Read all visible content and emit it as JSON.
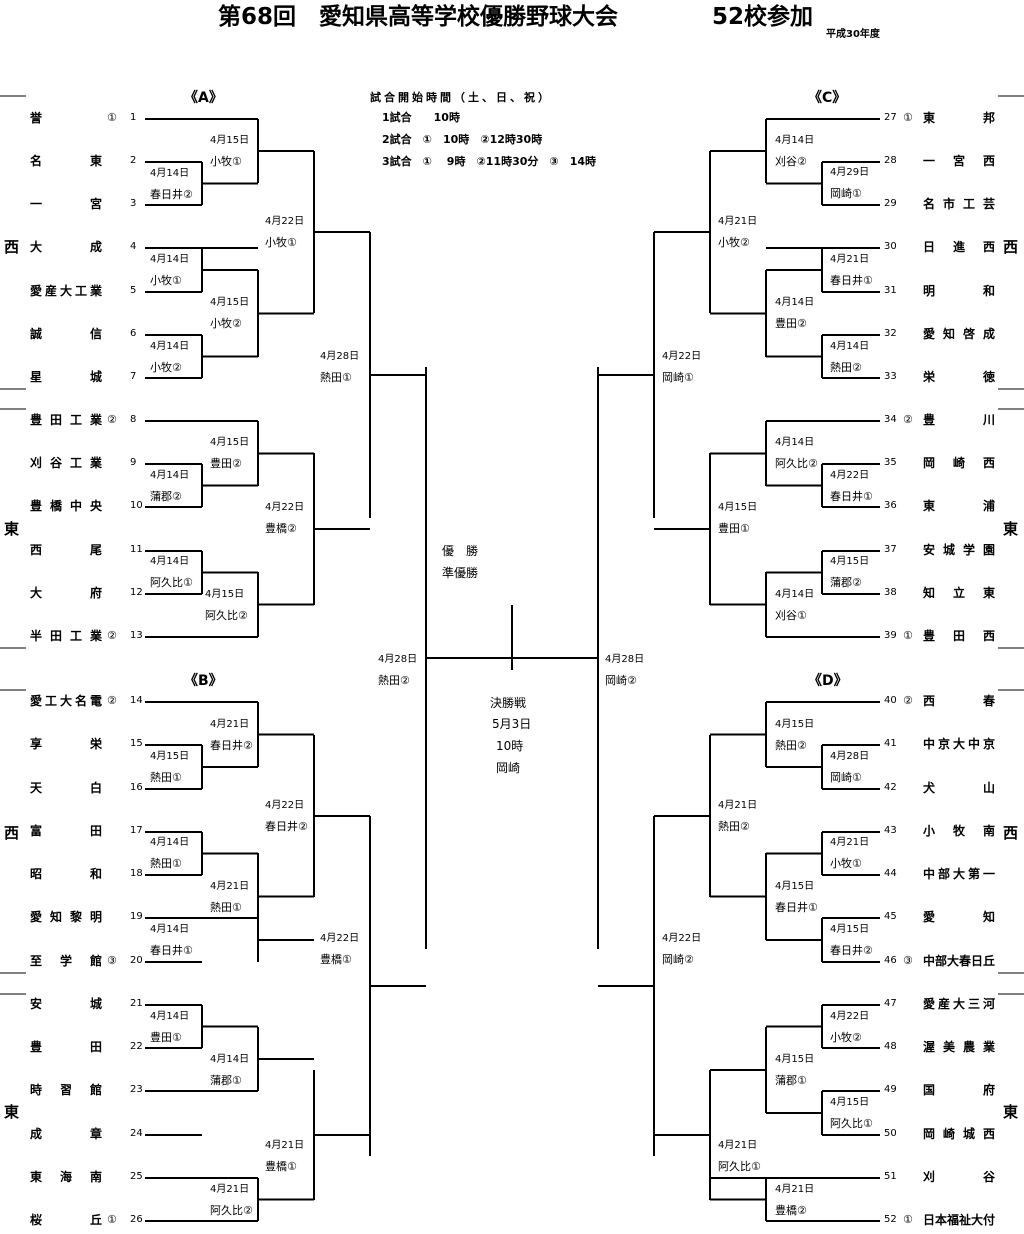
{
  "header": {
    "title": "第68回　愛知県高等学校優勝野球大会",
    "participants": "52校参加",
    "year": "平成30年度"
  },
  "schedule": {
    "heading": "試合開始時間（土、日、祝）",
    "line1": "1試合　　10時",
    "line2": "2試合　①　10時　②12時30時",
    "line3": "3試合　①　 9時　②11時30分　③　14時"
  },
  "blocks": {
    "A": "《A》",
    "B": "《B》",
    "C": "《C》",
    "D": "《D》"
  },
  "regions": {
    "west": "西",
    "east": "東"
  },
  "center": {
    "champion": "優　勝",
    "runner_up": "準優勝",
    "final_label": "決勝戦",
    "final_date": "5月3日",
    "final_time": "10時",
    "final_venue": "岡崎"
  },
  "left_teams": [
    {
      "num": "1",
      "name": "誉",
      "mark": "①"
    },
    {
      "num": "2",
      "name": "名東",
      "mark": ""
    },
    {
      "num": "3",
      "name": "一宮",
      "mark": ""
    },
    {
      "num": "4",
      "name": "大成",
      "mark": ""
    },
    {
      "num": "5",
      "name": "愛産大工業",
      "mark": ""
    },
    {
      "num": "6",
      "name": "誠信",
      "mark": ""
    },
    {
      "num": "7",
      "name": "星城",
      "mark": ""
    },
    {
      "num": "8",
      "name": "豊田工業",
      "mark": "②"
    },
    {
      "num": "9",
      "name": "刈谷工業",
      "mark": ""
    },
    {
      "num": "10",
      "name": "豊橋中央",
      "mark": ""
    },
    {
      "num": "11",
      "name": "西尾",
      "mark": ""
    },
    {
      "num": "12",
      "name": "大府",
      "mark": ""
    },
    {
      "num": "13",
      "name": "半田工業",
      "mark": "②"
    },
    {
      "num": "14",
      "name": "愛工大名電",
      "mark": "②"
    },
    {
      "num": "15",
      "name": "享栄",
      "mark": ""
    },
    {
      "num": "16",
      "name": "天白",
      "mark": ""
    },
    {
      "num": "17",
      "name": "富田",
      "mark": ""
    },
    {
      "num": "18",
      "name": "昭和",
      "mark": ""
    },
    {
      "num": "19",
      "name": "愛知黎明",
      "mark": ""
    },
    {
      "num": "20",
      "name": "至学館",
      "mark": "③"
    },
    {
      "num": "21",
      "name": "安城",
      "mark": ""
    },
    {
      "num": "22",
      "name": "豊田",
      "mark": ""
    },
    {
      "num": "23",
      "name": "時習館",
      "mark": ""
    },
    {
      "num": "24",
      "name": "成章",
      "mark": ""
    },
    {
      "num": "25",
      "name": "東海南",
      "mark": ""
    },
    {
      "num": "26",
      "name": "桜丘",
      "mark": "①"
    }
  ],
  "right_teams": [
    {
      "num": "27",
      "name": "東邦",
      "mark": "①"
    },
    {
      "num": "28",
      "name": "一宮西",
      "mark": ""
    },
    {
      "num": "29",
      "name": "名市工芸",
      "mark": ""
    },
    {
      "num": "30",
      "name": "日進西",
      "mark": ""
    },
    {
      "num": "31",
      "name": "明和",
      "mark": ""
    },
    {
      "num": "32",
      "name": "愛知啓成",
      "mark": ""
    },
    {
      "num": "33",
      "name": "栄徳",
      "mark": ""
    },
    {
      "num": "34",
      "name": "豊川",
      "mark": "②"
    },
    {
      "num": "35",
      "name": "岡崎西",
      "mark": ""
    },
    {
      "num": "36",
      "name": "東浦",
      "mark": ""
    },
    {
      "num": "37",
      "name": "安城学園",
      "mark": ""
    },
    {
      "num": "38",
      "name": "知立東",
      "mark": ""
    },
    {
      "num": "39",
      "name": "豊田西",
      "mark": "①"
    },
    {
      "num": "40",
      "name": "西春",
      "mark": "②"
    },
    {
      "num": "41",
      "name": "中京大中京",
      "mark": ""
    },
    {
      "num": "42",
      "name": "犬山",
      "mark": ""
    },
    {
      "num": "43",
      "name": "小牧南",
      "mark": ""
    },
    {
      "num": "44",
      "name": "中部大第一",
      "mark": ""
    },
    {
      "num": "45",
      "name": "愛知",
      "mark": ""
    },
    {
      "num": "46",
      "name": "中部大春日丘",
      "mark": "③"
    },
    {
      "num": "47",
      "name": "愛産大三河",
      "mark": ""
    },
    {
      "num": "48",
      "name": "渥美農業",
      "mark": ""
    },
    {
      "num": "49",
      "name": "国府",
      "mark": ""
    },
    {
      "num": "50",
      "name": "岡崎城西",
      "mark": ""
    },
    {
      "num": "51",
      "name": "刈谷",
      "mark": ""
    },
    {
      "num": "52",
      "name": "日本福祉大付",
      "mark": "①"
    }
  ],
  "matches": [
    {
      "date": "4月14日",
      "venue": "春日井②"
    },
    {
      "date": "4月15日",
      "venue": "小牧①"
    },
    {
      "date": "4月14日",
      "venue": "小牧①"
    },
    {
      "date": "4月14日",
      "venue": "小牧②"
    },
    {
      "date": "4月15日",
      "venue": "小牧②"
    },
    {
      "date": "4月22日",
      "venue": "小牧①"
    },
    {
      "date": "4月14日",
      "venue": "蒲郡②"
    },
    {
      "date": "4月15日",
      "venue": "豊田②"
    },
    {
      "date": "4月14日",
      "venue": "阿久比①"
    },
    {
      "date": "4月15日",
      "venue": "阿久比②"
    },
    {
      "date": "4月22日",
      "venue": "豊橋②"
    },
    {
      "date": "4月28日",
      "venue": "熱田①"
    },
    {
      "date": "4月15日",
      "venue": "熱田①"
    },
    {
      "date": "4月21日",
      "venue": "春日井②"
    },
    {
      "date": "4月14日",
      "venue": "熱田①"
    },
    {
      "date": "4月14日",
      "venue": "春日井①"
    },
    {
      "date": "4月21日",
      "venue": "熱田①"
    },
    {
      "date": "4月22日",
      "venue": "春日井②"
    },
    {
      "date": "4月14日",
      "venue": "豊田①"
    },
    {
      "date": "4月14日",
      "venue": "蒲郡①"
    },
    {
      "date": "4月21日",
      "venue": "阿久比②"
    },
    {
      "date": "4月21日",
      "venue": "豊橋①"
    },
    {
      "date": "4月22日",
      "venue": "豊橋①"
    },
    {
      "date": "4月28日",
      "venue": "熱田②"
    },
    {
      "date": "4月29日",
      "venue": "岡崎①"
    },
    {
      "date": "4月14日",
      "venue": "刈谷②"
    },
    {
      "date": "4月21日",
      "venue": "春日井①"
    },
    {
      "date": "4月14日",
      "venue": "熱田②"
    },
    {
      "date": "4月14日",
      "venue": "豊田②"
    },
    {
      "date": "4月21日",
      "venue": "小牧②"
    },
    {
      "date": "4月22日",
      "venue": "春日井①"
    },
    {
      "date": "4月14日",
      "venue": "阿久比②"
    },
    {
      "date": "4月15日",
      "venue": "蒲郡②"
    },
    {
      "date": "4月14日",
      "venue": "刈谷①"
    },
    {
      "date": "4月15日",
      "venue": "豊田①"
    },
    {
      "date": "4月22日",
      "venue": "岡崎①"
    },
    {
      "date": "4月28日",
      "venue": "岡崎①"
    },
    {
      "date": "4月15日",
      "venue": "熱田②"
    },
    {
      "date": "4月21日",
      "venue": "小牧①"
    },
    {
      "date": "4月15日",
      "venue": "春日井②"
    },
    {
      "date": "4月15日",
      "venue": "春日井①"
    },
    {
      "date": "4月21日",
      "venue": "熱田②"
    },
    {
      "date": "4月22日",
      "venue": "小牧②"
    },
    {
      "date": "4月15日",
      "venue": "阿久比①"
    },
    {
      "date": "4月15日",
      "venue": "蒲郡①"
    },
    {
      "date": "4月21日",
      "venue": "豊橋②"
    },
    {
      "date": "4月21日",
      "venue": "阿久比①"
    },
    {
      "date": "4月22日",
      "venue": "岡崎②"
    },
    {
      "date": "4月28日",
      "venue": "岡崎②"
    },
    {
      "date": "4月29日",
      "venue": "岡崎②"
    }
  ]
}
